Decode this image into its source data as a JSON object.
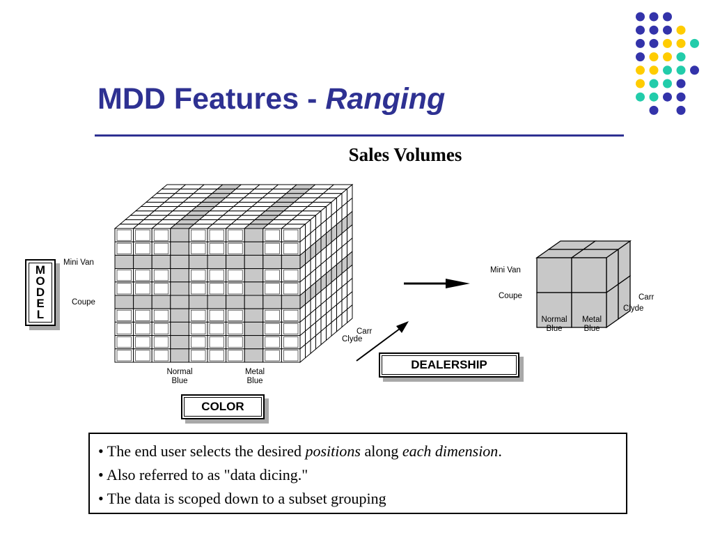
{
  "slide": {
    "title_main": "MDD Features - ",
    "title_italic": "Ranging"
  },
  "diagram": {
    "heading": "Sales Volumes",
    "large_cube": {
      "rows_highlighted": [
        "Mini Van",
        "Coupe"
      ],
      "cols_highlighted": [
        "Normal Blue",
        "Metal Blue"
      ],
      "depth_labels": [
        "Carr",
        "Clyde"
      ]
    },
    "labels": {
      "mini_van": "Mini Van",
      "coupe": "Coupe",
      "normal_blue_1": "Normal",
      "normal_blue_2": "Blue",
      "metal_blue_1": "Metal",
      "metal_blue_2": "Blue",
      "carr": "Carr",
      "clyde": "Clyde"
    },
    "small_cube_labels": {
      "mini_van": "Mini Van",
      "coupe": "Coupe",
      "normal_blue_1": "Normal",
      "normal_blue_2": "Blue",
      "metal_blue_1": "Metal",
      "metal_blue_2": "Blue",
      "carr": "Carr",
      "clyde": "Clyde"
    },
    "dimension_boxes": {
      "model": [
        "M",
        "O",
        "D",
        "E",
        "L"
      ],
      "dealership": "DEALERSHIP",
      "color": "COLOR"
    },
    "colors": {
      "highlight": "#c8c8c8",
      "small_cube": "#c8c8c8",
      "title": "#2e3192"
    }
  },
  "decor": {
    "dot_colors": {
      "purple": "#3333aa",
      "yellow": "#ffcc00",
      "teal": "#22ccaa"
    }
  },
  "bullets": {
    "b1_prefix": "• The end user selects the desired ",
    "b1_italic1": "positions",
    "b1_mid": " along ",
    "b1_italic2": "each dimension",
    "b1_suffix": ".",
    "b2": "• Also referred to as \"data dicing.\"",
    "b3": "• The data is scoped down to a subset grouping"
  }
}
